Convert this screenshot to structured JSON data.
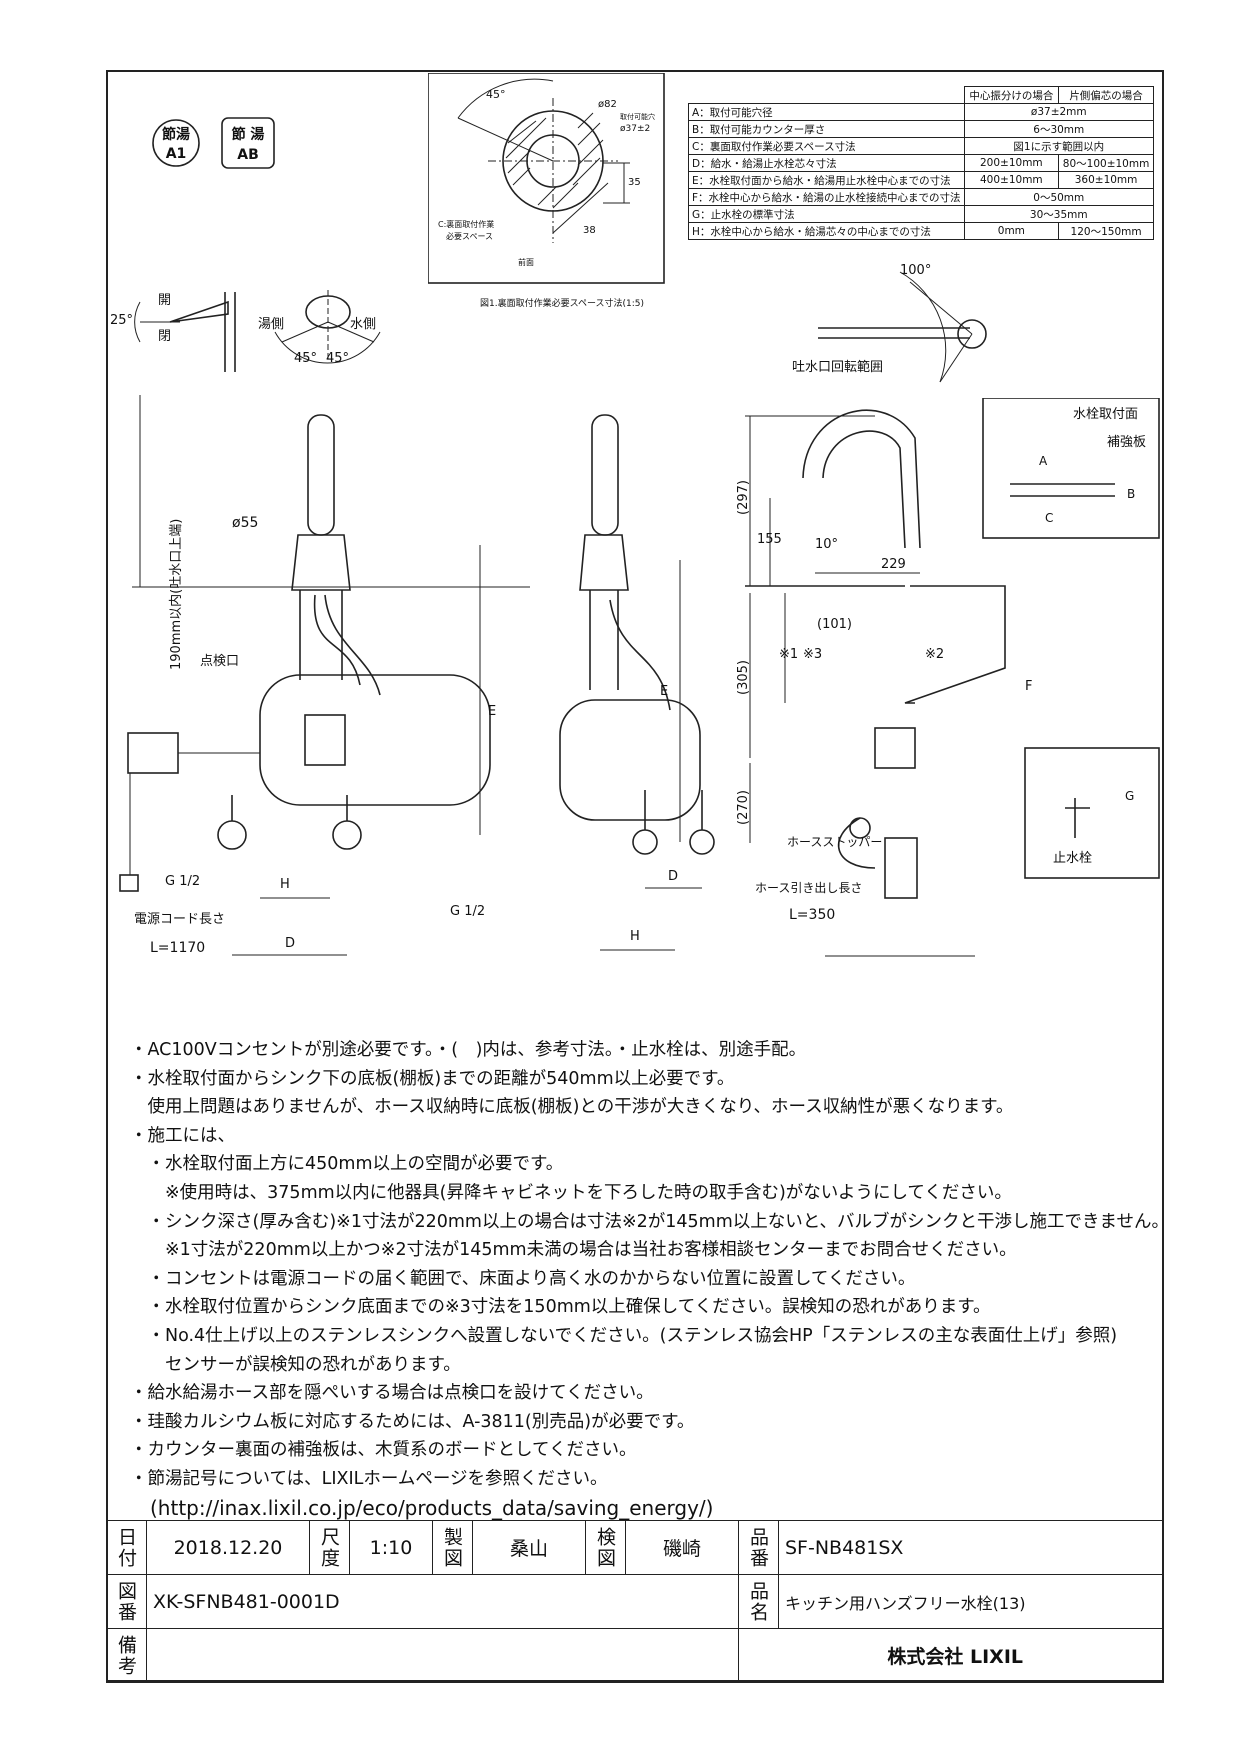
{
  "badges": [
    {
      "top": "節湯",
      "bottom": "A1"
    },
    {
      "top": "節 湯",
      "bottom": "AB"
    }
  ],
  "spec_table": {
    "header": [
      "中心振分けの場合",
      "片側偏芯の場合"
    ],
    "rows": [
      {
        "label": "A：取付可能穴径",
        "v1": "ø37±2mm",
        "v2": ""
      },
      {
        "label": "B：取付可能カウンター厚さ",
        "v1": "6～30mm",
        "v2": ""
      },
      {
        "label": "C：裏面取付作業必要スペース寸法",
        "v1": "図1に示す範囲以内",
        "v2": ""
      },
      {
        "label": "D：給水・給湯止水栓芯々寸法",
        "v1": "200±10mm",
        "v2": "80～100±10mm"
      },
      {
        "label": "E：水栓取付面から給水・給湯用止水栓中心までの寸法",
        "v1": "400±10mm",
        "v2": "360±10mm"
      },
      {
        "label": "F：水栓中心から給水・給湯の止水栓接続中心までの寸法",
        "v1": "0～50mm",
        "v2": ""
      },
      {
        "label": "G：止水栓の標準寸法",
        "v1": "30～35mm",
        "v2": ""
      },
      {
        "label": "H：水栓中心から給水・給湯芯々の中心までの寸法",
        "v1": "0mm",
        "v2": "120～150mm"
      }
    ]
  },
  "fig1": {
    "caption": "図1.裏面取付作業必要スペース寸法(1:5)",
    "angle": "45°",
    "d1": "ø82",
    "d1_note": "取付可能穴",
    "d2": "ø37±2",
    "dim35": "35",
    "dim38": "38",
    "c_label": "C:裏面取付作業",
    "c_label2": "必要スペース",
    "front": "前面"
  },
  "lever": {
    "open": "開",
    "close": "閉",
    "angle": "25°"
  },
  "handle": {
    "hot": "湯側",
    "cold": "水側",
    "a1": "45°",
    "a2": "45°"
  },
  "spout": {
    "angle": "100°",
    "label": "吐水口回転範囲"
  },
  "front_view": {
    "height_label": "190mm以内(吐水口上端)",
    "dia": "ø55",
    "inspect": "点検口",
    "g_left": "G 1/2",
    "g_right": "G 1/2",
    "H": "H",
    "D": "D",
    "E": "E",
    "cord": "電源コード長さ",
    "cord_len": "L=1170"
  },
  "side_view": {
    "E": "E",
    "D": "D",
    "H": "H"
  },
  "section_view": {
    "d297": "(297)",
    "d155": "155",
    "angle10": "10°",
    "d229": "229",
    "d101": "(101)",
    "d305": "(305)",
    "m1": "※1",
    "m3": "※3",
    "m2": "※2",
    "F": "F",
    "d270": "(270)",
    "stopper": "ホースストッパー",
    "hose": "ホース引き出し長さ",
    "hose_len": "L=350",
    "mount": "水栓取付面",
    "reinforce": "補強板",
    "A": "A",
    "B": "B",
    "C": "C",
    "G": "G",
    "valve": "止水栓"
  },
  "notes": [
    "・AC100Vコンセントが別途必要です。・(　)内は、参考寸法。・止水栓は、別途手配。",
    "・水栓取付面からシンク下の底板(棚板)までの距離が540mm以上必要です。",
    "　使用上問題はありませんが、ホース収納時に底板(棚板)との干渉が大きくなり、ホース収納性が悪くなります。",
    "・施工には、",
    "　・水栓取付面上方に450mm以上の空間が必要です。",
    "　　※使用時は、375mm以内に他器具(昇降キャビネットを下ろした時の取手含む)がないようにしてください。",
    "　・シンク深さ(厚み含む)※1寸法が220mm以上の場合は寸法※2が145mm以上ないと、バルブがシンクと干渉し施工できません。",
    "　　※1寸法が220mm以上かつ※2寸法が145mm未満の場合は当社お客様相談センターまでお問合せください。",
    "　・コンセントは電源コードの届く範囲で、床面より高く水のかからない位置に設置してください。",
    "　・水栓取付位置からシンク底面までの※3寸法を150mm以上確保してください。誤検知の恐れがあります。",
    "　・No.4仕上げ以上のステンレスシンクへ設置しないでください。(ステンレス協会HP「ステンレスの主な表面仕上げ」参照)",
    "　　センサーが誤検知の恐れがあります。",
    "・給水給湯ホース部を隠ぺいする場合は点検口を設けてください。",
    "・珪酸カルシウム板に対応するためには、A-3811(別売品)が必要です。",
    "・カウンター裏面の補強板は、木質系のボードとしてください。",
    "・節湯記号については、LIXILホームページを参照ください。",
    "　(http://inax.lixil.co.jp/eco/products_data/saving_energy/)"
  ],
  "title_block": {
    "date_label": "日付",
    "date": "2018.12.20",
    "scale_label": "尺度",
    "scale": "1:10",
    "drawn_label": "製図",
    "drawn": "桑山",
    "check_label": "検図",
    "checked": "磯崎",
    "part_label": "品番",
    "part": "SF-NB481SX",
    "dwg_label": "図番",
    "dwg": "XK-SFNB481-0001D",
    "name_label": "品名",
    "name": "キッチン用ハンズフリー水栓(13)",
    "remarks_label": "備考",
    "company": "株式会社 LIXIL"
  }
}
